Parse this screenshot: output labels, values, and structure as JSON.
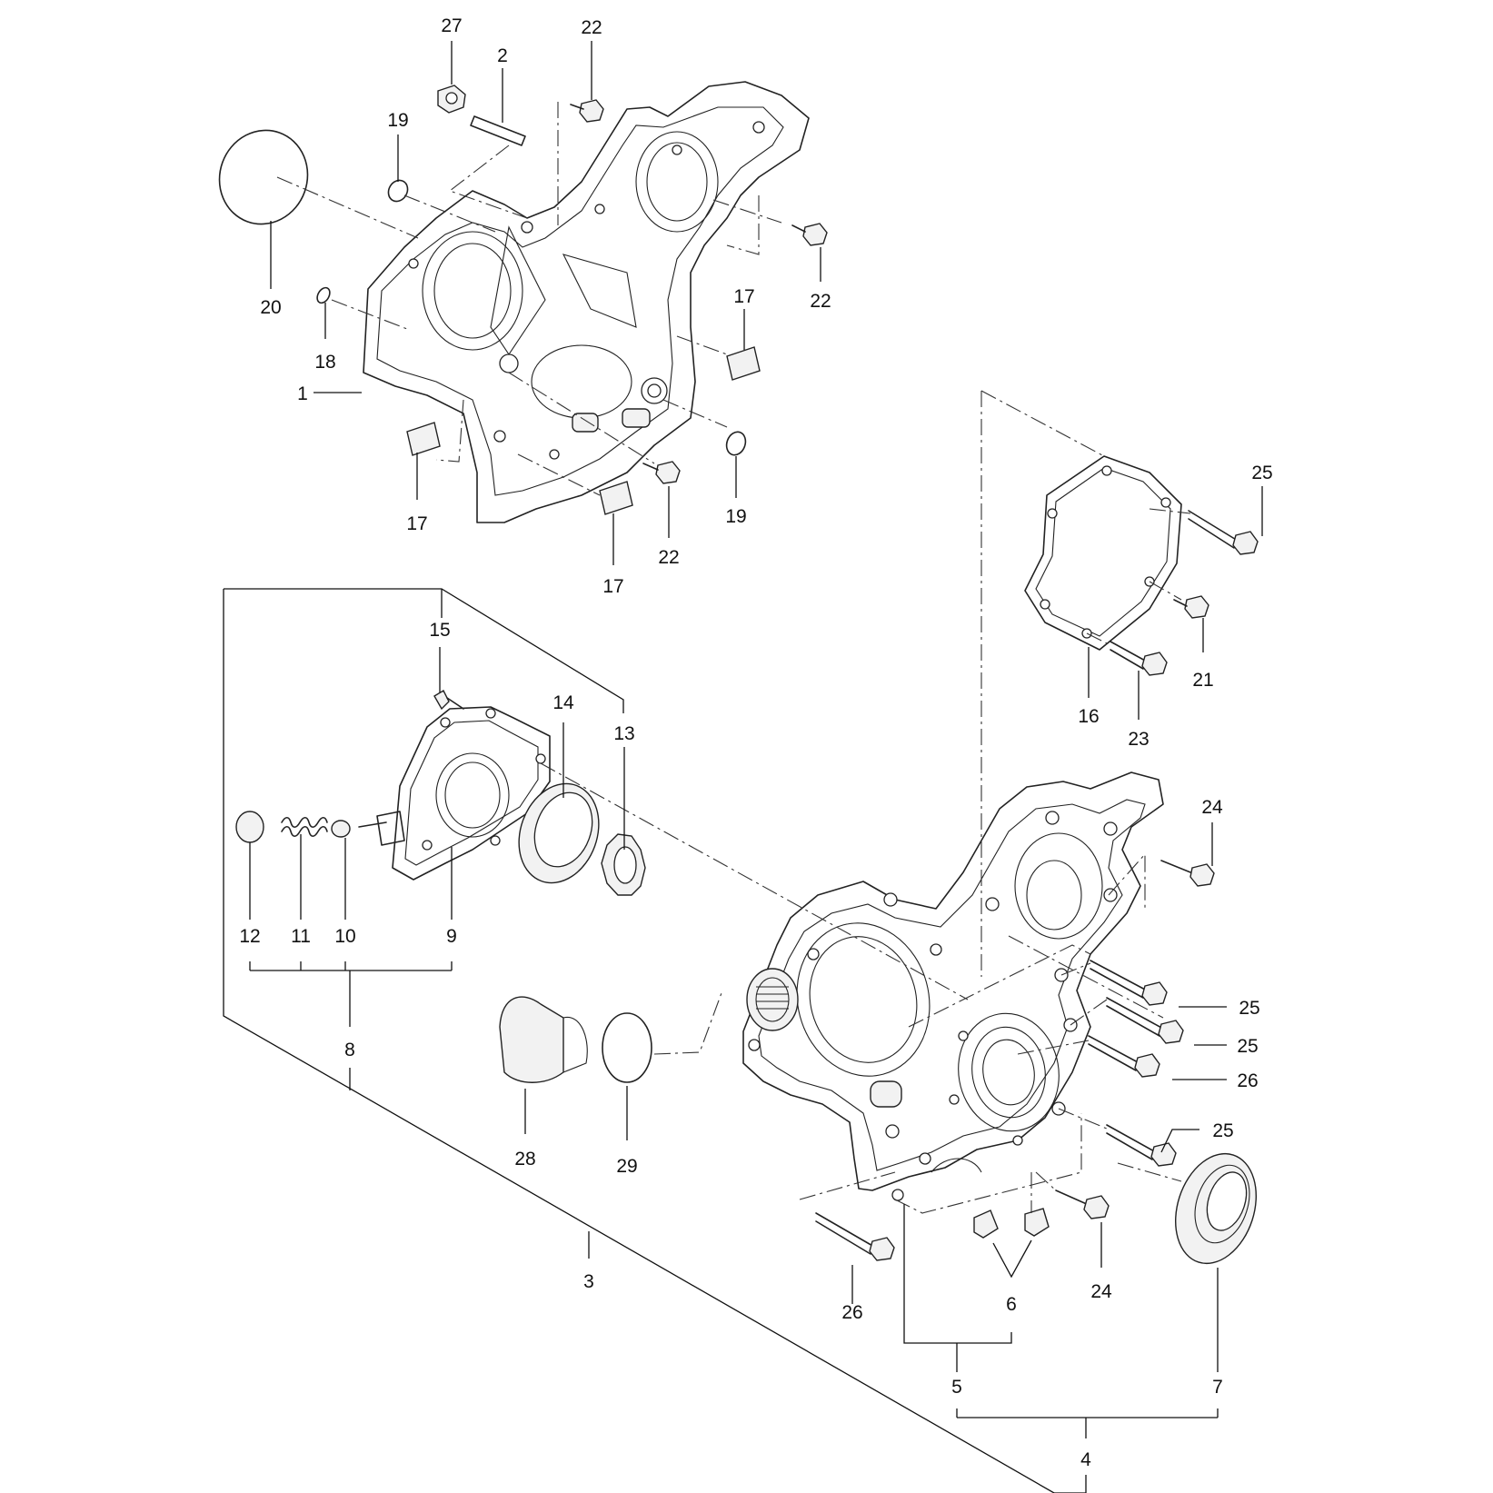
{
  "callouts": [
    {
      "label": "27"
    },
    {
      "label": "2"
    },
    {
      "label": "22"
    },
    {
      "label": "19"
    },
    {
      "label": "20"
    },
    {
      "label": "22"
    },
    {
      "label": "18"
    },
    {
      "label": "17"
    },
    {
      "label": "1"
    },
    {
      "label": "17"
    },
    {
      "label": "22"
    },
    {
      "label": "19"
    },
    {
      "label": "17"
    },
    {
      "label": "25"
    },
    {
      "label": "21"
    },
    {
      "label": "16"
    },
    {
      "label": "23"
    },
    {
      "label": "15"
    },
    {
      "label": "14"
    },
    {
      "label": "13"
    },
    {
      "label": "12"
    },
    {
      "label": "11"
    },
    {
      "label": "10"
    },
    {
      "label": "9"
    },
    {
      "label": "8"
    },
    {
      "label": "24"
    },
    {
      "label": "25"
    },
    {
      "label": "25"
    },
    {
      "label": "26"
    },
    {
      "label": "25"
    },
    {
      "label": "28"
    },
    {
      "label": "29"
    },
    {
      "label": "3"
    },
    {
      "label": "26"
    },
    {
      "label": "6"
    },
    {
      "label": "24"
    },
    {
      "label": "5"
    },
    {
      "label": "7"
    },
    {
      "label": "4"
    }
  ]
}
